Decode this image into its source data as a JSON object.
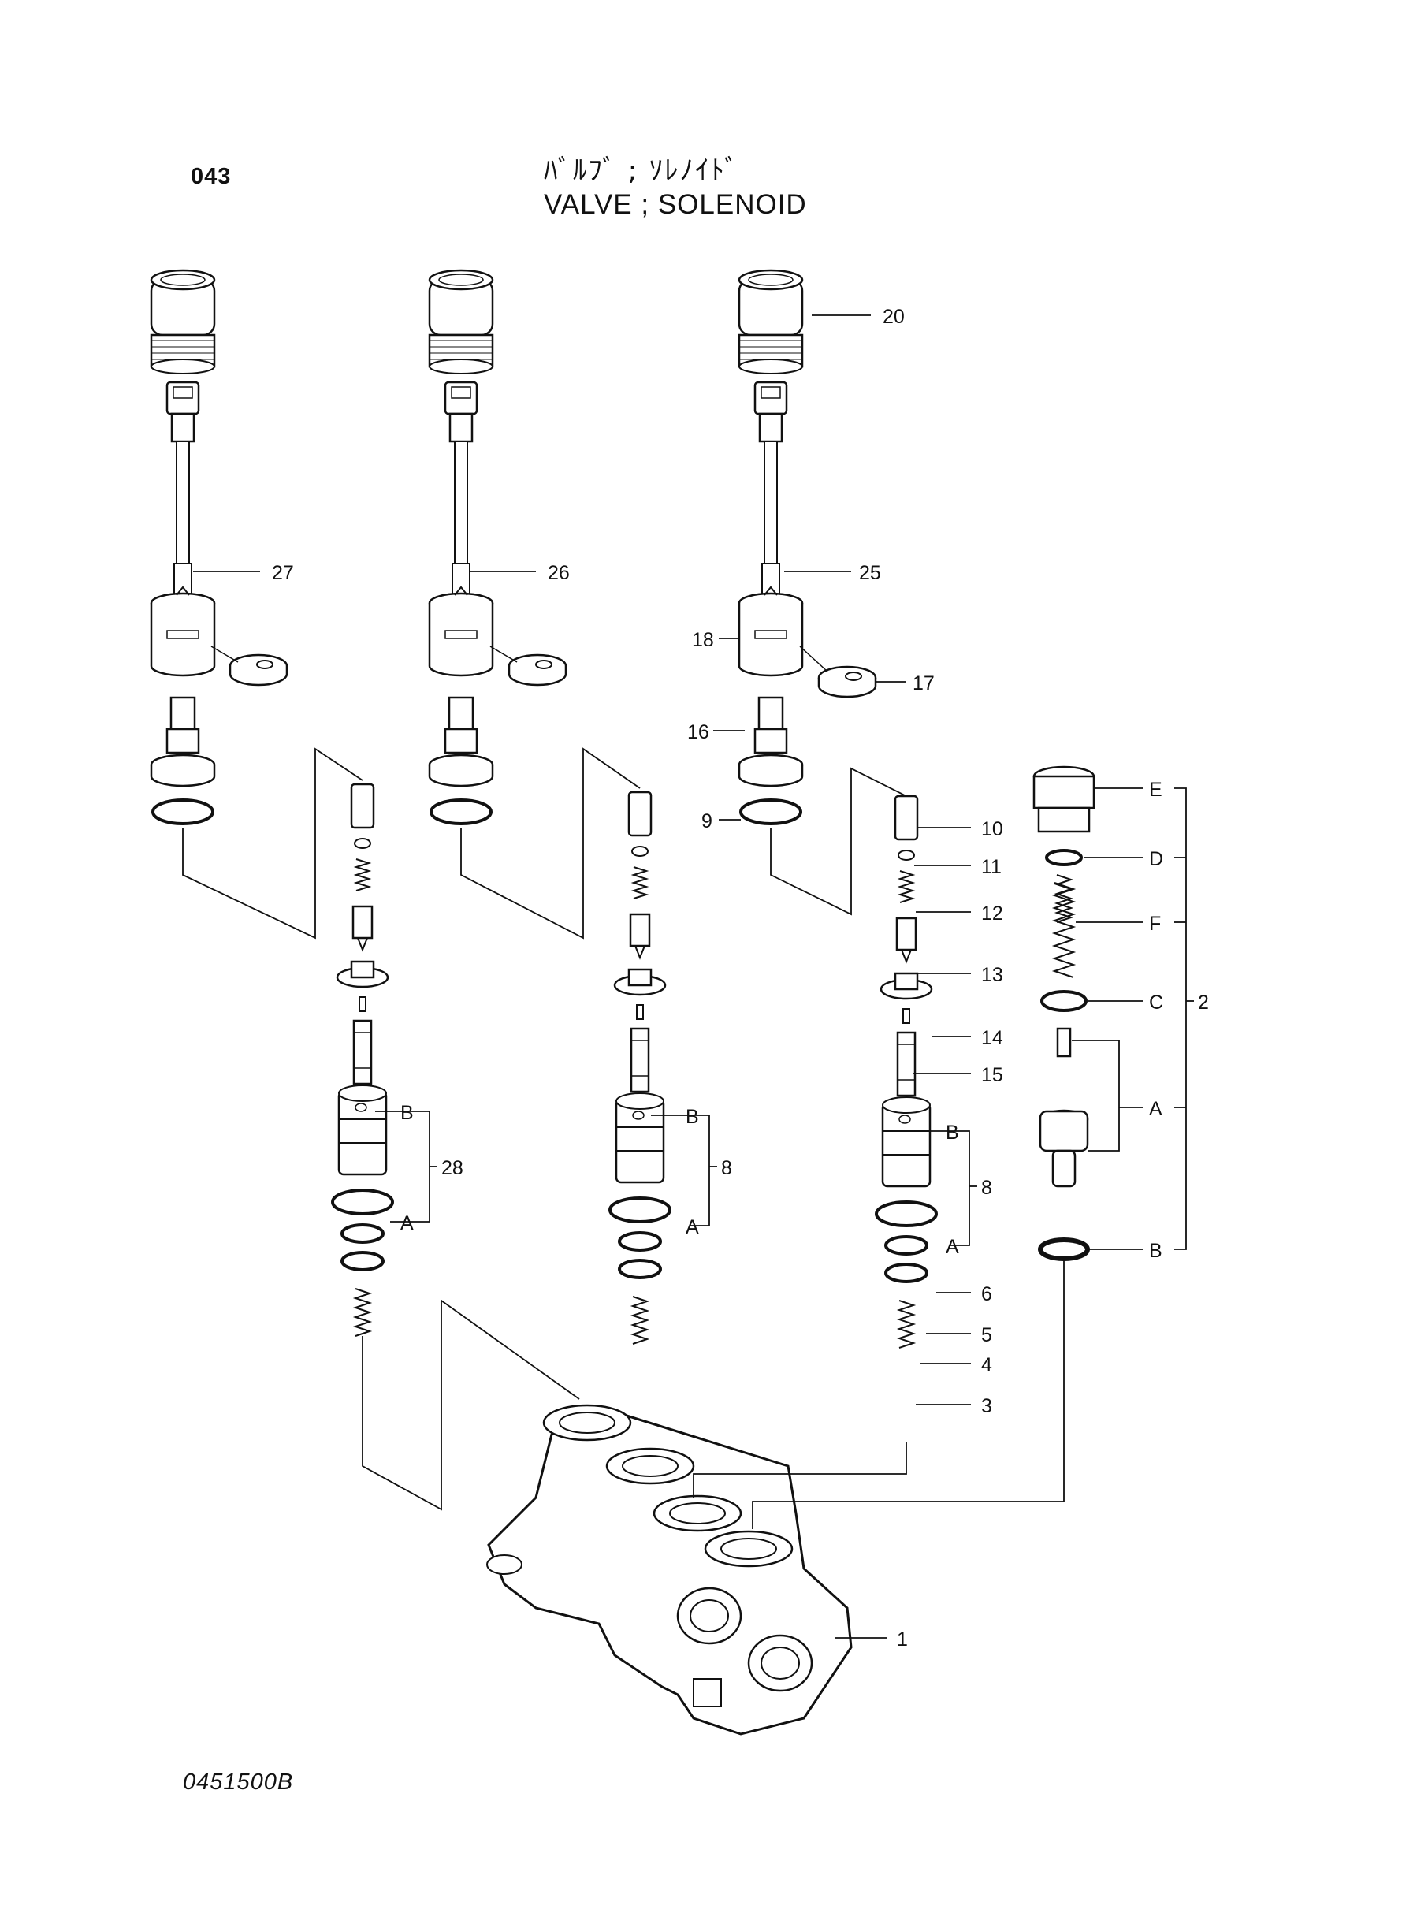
{
  "header": {
    "page_number": "043",
    "title_jp": "ﾊﾞﾙﾌﾞ ; ｿﾚﾉｲﾄﾞ",
    "title_en": "VALVE ; SOLENOID"
  },
  "footer": {
    "drawing_number": "0451500B"
  },
  "callouts": {
    "c1": "1",
    "c2": "2",
    "c3": "3",
    "c4": "4",
    "c5": "5",
    "c6": "6",
    "c8a": "8",
    "c8b": "8",
    "c9": "9",
    "c10": "10",
    "c11": "11",
    "c12": "12",
    "c13": "13",
    "c14": "14",
    "c15": "15",
    "c16": "16",
    "c17": "17",
    "c18": "18",
    "c20": "20",
    "c25": "25",
    "c26": "26",
    "c27": "27",
    "c28": "28"
  },
  "sub_labels": {
    "s1_b": "B",
    "s1_a": "A",
    "s2_b": "B",
    "s2_a": "A",
    "s3_b": "B",
    "s3_a": "A",
    "p2_e": "E",
    "p2_d": "D",
    "p2_f": "F",
    "p2_c": "C",
    "p2_a": "A",
    "p2_b": "B"
  }
}
